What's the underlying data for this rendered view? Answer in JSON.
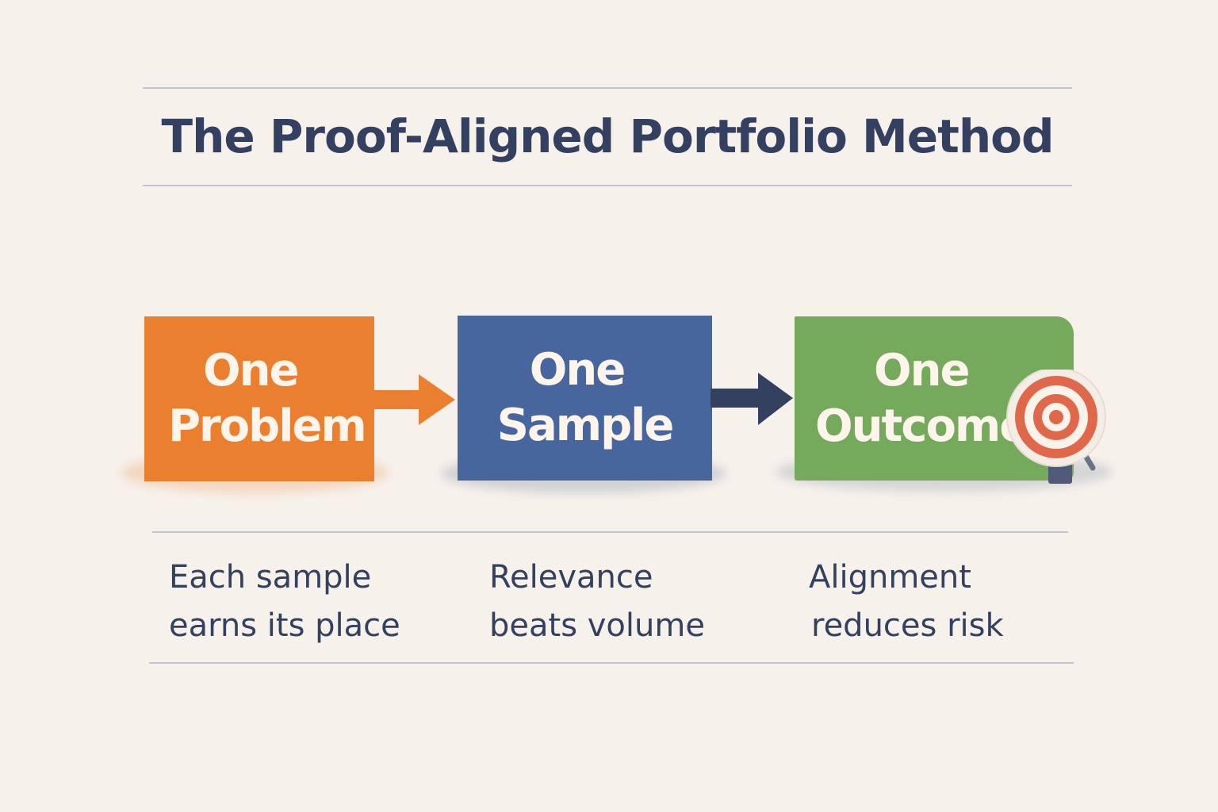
{
  "title": "The Proof-Aligned Portfolio Method",
  "steps": [
    {
      "line1": "One",
      "line2": "Problem",
      "color": "#ea802f"
    },
    {
      "line1": "One",
      "line2": "Sample",
      "color": "#47669e"
    },
    {
      "line1": "One",
      "line2": "Outcome",
      "color": "#75a95c"
    }
  ],
  "captions": [
    {
      "line1": "Each sample",
      "line2": "earns its place"
    },
    {
      "line1": "Relevance",
      "line2": "beats volume"
    },
    {
      "line1": "Alignment",
      "line2": "reduces risk"
    }
  ],
  "icons": {
    "arrow_1": "arrow-right-icon",
    "arrow_2": "arrow-right-icon",
    "outcome_badge": "target-magnifier-icon"
  },
  "colors": {
    "background": "#f7f1ec",
    "text": "#33405f",
    "arrow_1": "#ea802f",
    "arrow_2": "#33405f",
    "target_ring": "#e0684a"
  }
}
